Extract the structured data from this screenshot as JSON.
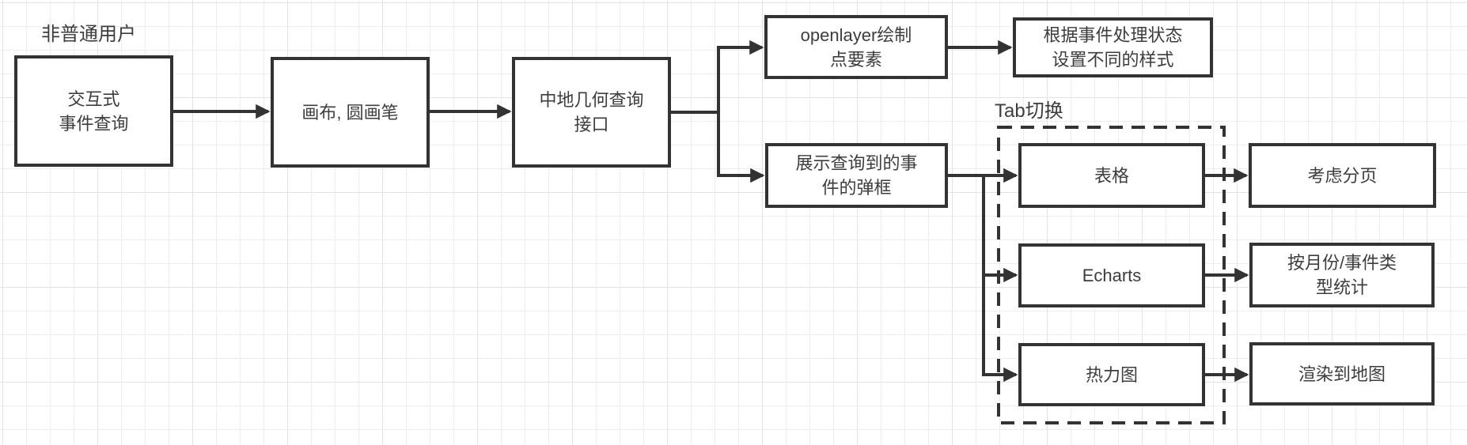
{
  "canvas": {
    "colors": {
      "line": "#333333",
      "text": "#3d3d3d",
      "grid_minor": "#ededed",
      "grid_major": "#e3e3e3",
      "node_bg": "#ffffff"
    }
  },
  "labels": {
    "user_type": "非普通用户",
    "tab_switch": "Tab切换"
  },
  "nodes": {
    "interactive_query": "交互式\n事件查询",
    "canvas_brush": "画布, 圆画笔",
    "geometry_api": "中地几何查询\n接口",
    "openlayer_draw": "openlayer绘制\n点要素",
    "style_by_status": "根据事件处理状态\n设置不同的样式",
    "event_popup": "展示查询到的事\n件的弹框",
    "tab_table": "表格",
    "tab_echarts": "Echarts",
    "tab_heatmap": "热力图",
    "pagination": "考虑分页",
    "monthly_type_stats": "按月份/事件类\n型统计",
    "render_to_map": "渲染到地图"
  },
  "edges": [
    {
      "from": "interactive_query",
      "to": "canvas_brush"
    },
    {
      "from": "canvas_brush",
      "to": "geometry_api"
    },
    {
      "from": "geometry_api",
      "to": "openlayer_draw"
    },
    {
      "from": "geometry_api",
      "to": "event_popup"
    },
    {
      "from": "openlayer_draw",
      "to": "style_by_status"
    },
    {
      "from": "event_popup",
      "to": "tab_table"
    },
    {
      "from": "event_popup",
      "to": "tab_echarts"
    },
    {
      "from": "event_popup",
      "to": "tab_heatmap"
    },
    {
      "from": "tab_table",
      "to": "pagination"
    },
    {
      "from": "tab_echarts",
      "to": "monthly_type_stats"
    },
    {
      "from": "tab_heatmap",
      "to": "render_to_map"
    }
  ],
  "group": {
    "label": "Tab切换",
    "children": [
      "tab_table",
      "tab_echarts",
      "tab_heatmap"
    ]
  }
}
